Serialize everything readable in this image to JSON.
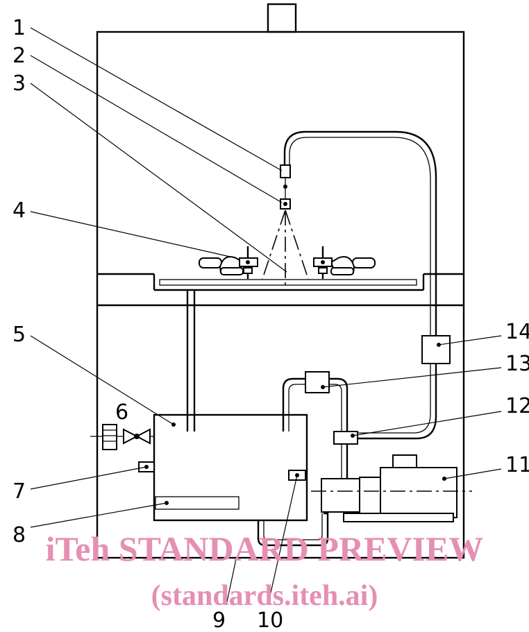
{
  "callouts": {
    "c1": "1",
    "c2": "2",
    "c3": "3",
    "c4": "4",
    "c5": "5",
    "c6": "6",
    "c7": "7",
    "c8": "8",
    "c9": "9",
    "c10": "10",
    "c11": "11",
    "c12": "12",
    "c13": "13",
    "c14": "14"
  },
  "watermark": {
    "line1": "iTeh STANDARD PREVIEW",
    "line2": "(standards.iteh.ai)",
    "color": "#e58fb2"
  }
}
